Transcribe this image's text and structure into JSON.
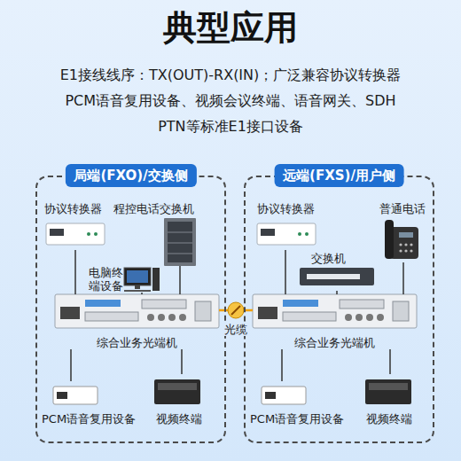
{
  "diagram": {
    "title": "典型应用",
    "nodes": [
      {
        "text": [
          "局端(FXO)/交换侧"
        ]
      },
      {
        "text": [
          "协议转换器"
        ],
        "in": 0
      },
      {
        "text": [
          "程控电话交换机"
        ],
        "in": 0
      },
      {
        "text": [
          "电脑终端设备"
        ],
        "in": 0
      },
      {
        "text": [
          "综合业务光端机"
        ],
        "in": 0
      },
      {
        "text": [
          "PCM语音复用设备"
        ],
        "in": 0
      },
      {
        "text": [
          "视频终端"
        ],
        "in": 0
      },
      {
        "text": [
          "远端(FXS)/用户侧"
        ]
      },
      {
        "text": [
          "协议转换器"
        ],
        "in": 7
      },
      {
        "text": [
          "普通电话"
        ],
        "in": 7
      },
      {
        "text": [
          "交换机"
        ],
        "in": 7
      },
      {
        "text": [
          "综合业务光端机"
        ],
        "in": 7
      },
      {
        "text": [
          "PCM语音复用设备"
        ],
        "in": 7
      },
      {
        "text": [
          "视频终端"
        ],
        "in": 7
      }
    ],
    "edges": [
      {
        "from": 1,
        "to": 4,
        "arrow": "none"
      },
      {
        "from": 2,
        "to": 4,
        "arrow": "none"
      },
      {
        "from": 3,
        "to": 4,
        "arrow": "none"
      },
      {
        "from": 4,
        "to": 5,
        "arrow": "none"
      },
      {
        "from": 4,
        "to": 6,
        "arrow": "none"
      },
      {
        "from": 8,
        "to": 11,
        "arrow": "none"
      },
      {
        "from": 9,
        "to": 11,
        "arrow": "none"
      },
      {
        "from": 10,
        "to": 11,
        "arrow": "none"
      },
      {
        "from": 11,
        "to": 12,
        "arrow": "none"
      },
      {
        "from": 11,
        "to": 13,
        "arrow": "none"
      },
      {
        "from": 4,
        "to": 11,
        "label": "光缆",
        "arrow": "none"
      }
    ],
    "labels": [
      "E1接线线序：TX(OUT)-RX(IN)；广泛兼容协议转换器",
      "PCM语音复用设备、视频会议终端、语音网关、SDH",
      "PTN等标准E1接口设备"
    ]
  }
}
